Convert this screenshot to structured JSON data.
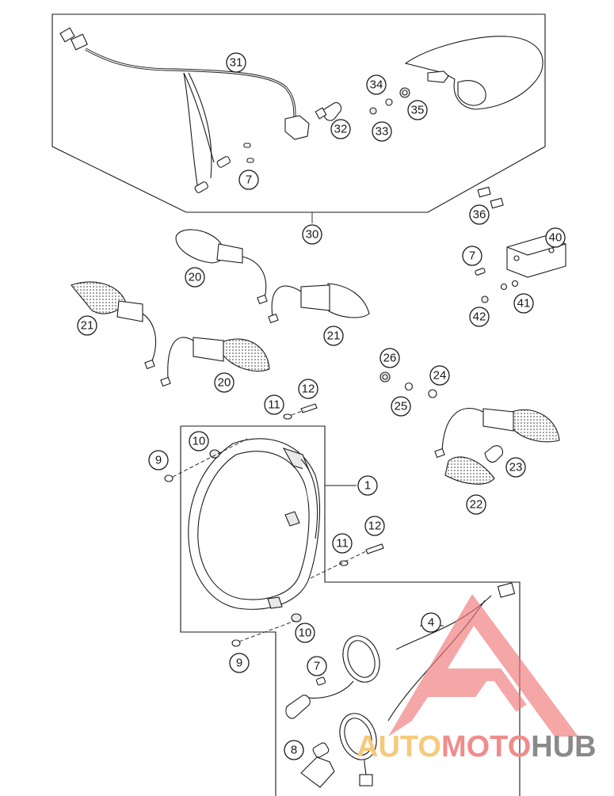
{
  "parts": {
    "p1": "1",
    "p4": "4",
    "p7a": "7",
    "p7b": "7",
    "p7c": "7",
    "p8": "8",
    "p9a": "9",
    "p9b": "9",
    "p10a": "10",
    "p10b": "10",
    "p11a": "11",
    "p11b": "11",
    "p12a": "12",
    "p12b": "12",
    "p20a": "20",
    "p20b": "20",
    "p21a": "21",
    "p21b": "21",
    "p22": "22",
    "p23": "23",
    "p24": "24",
    "p25": "25",
    "p26": "26",
    "p30": "30",
    "p31": "31",
    "p32": "32",
    "p33": "33",
    "p34": "34",
    "p35": "35",
    "p36": "36",
    "p40": "40",
    "p41": "41",
    "p42": "42"
  },
  "watermark": {
    "auto": "AUTO",
    "moto": "MOTO",
    "hub": "HUB",
    "colors": {
      "auto": "#f7c97a",
      "moto": "#f08c8c",
      "hub": "#8a8a8a",
      "logo": "#f07878"
    }
  }
}
